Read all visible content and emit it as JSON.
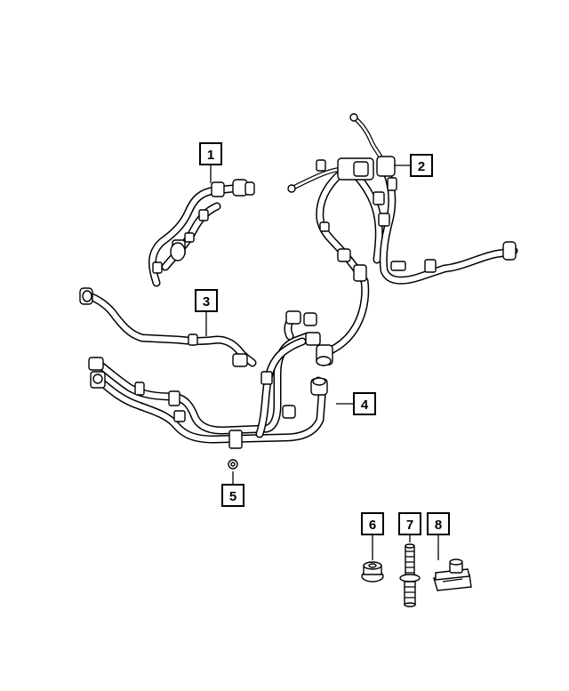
{
  "callouts": [
    {
      "id": "1",
      "label": "1"
    },
    {
      "id": "2",
      "label": "2"
    },
    {
      "id": "3",
      "label": "3"
    },
    {
      "id": "4",
      "label": "4"
    },
    {
      "id": "5",
      "label": "5"
    },
    {
      "id": "6",
      "label": "6"
    },
    {
      "id": "7",
      "label": "7"
    },
    {
      "id": "8",
      "label": "8"
    }
  ],
  "parts": [
    {
      "callout": "1",
      "name": "hose-assembly-1-icon"
    },
    {
      "callout": "2",
      "name": "hose-assembly-2-icon"
    },
    {
      "callout": "3",
      "name": "hose-assembly-3-icon"
    },
    {
      "callout": "4",
      "name": "hose-assembly-4-icon"
    },
    {
      "callout": "5",
      "name": "nut-icon"
    },
    {
      "callout": "6",
      "name": "flange-nut-icon"
    },
    {
      "callout": "7",
      "name": "stud-icon"
    },
    {
      "callout": "8",
      "name": "u-nut-clip-icon"
    }
  ],
  "colors": {
    "ink": "#000000",
    "background": "#ffffff"
  }
}
